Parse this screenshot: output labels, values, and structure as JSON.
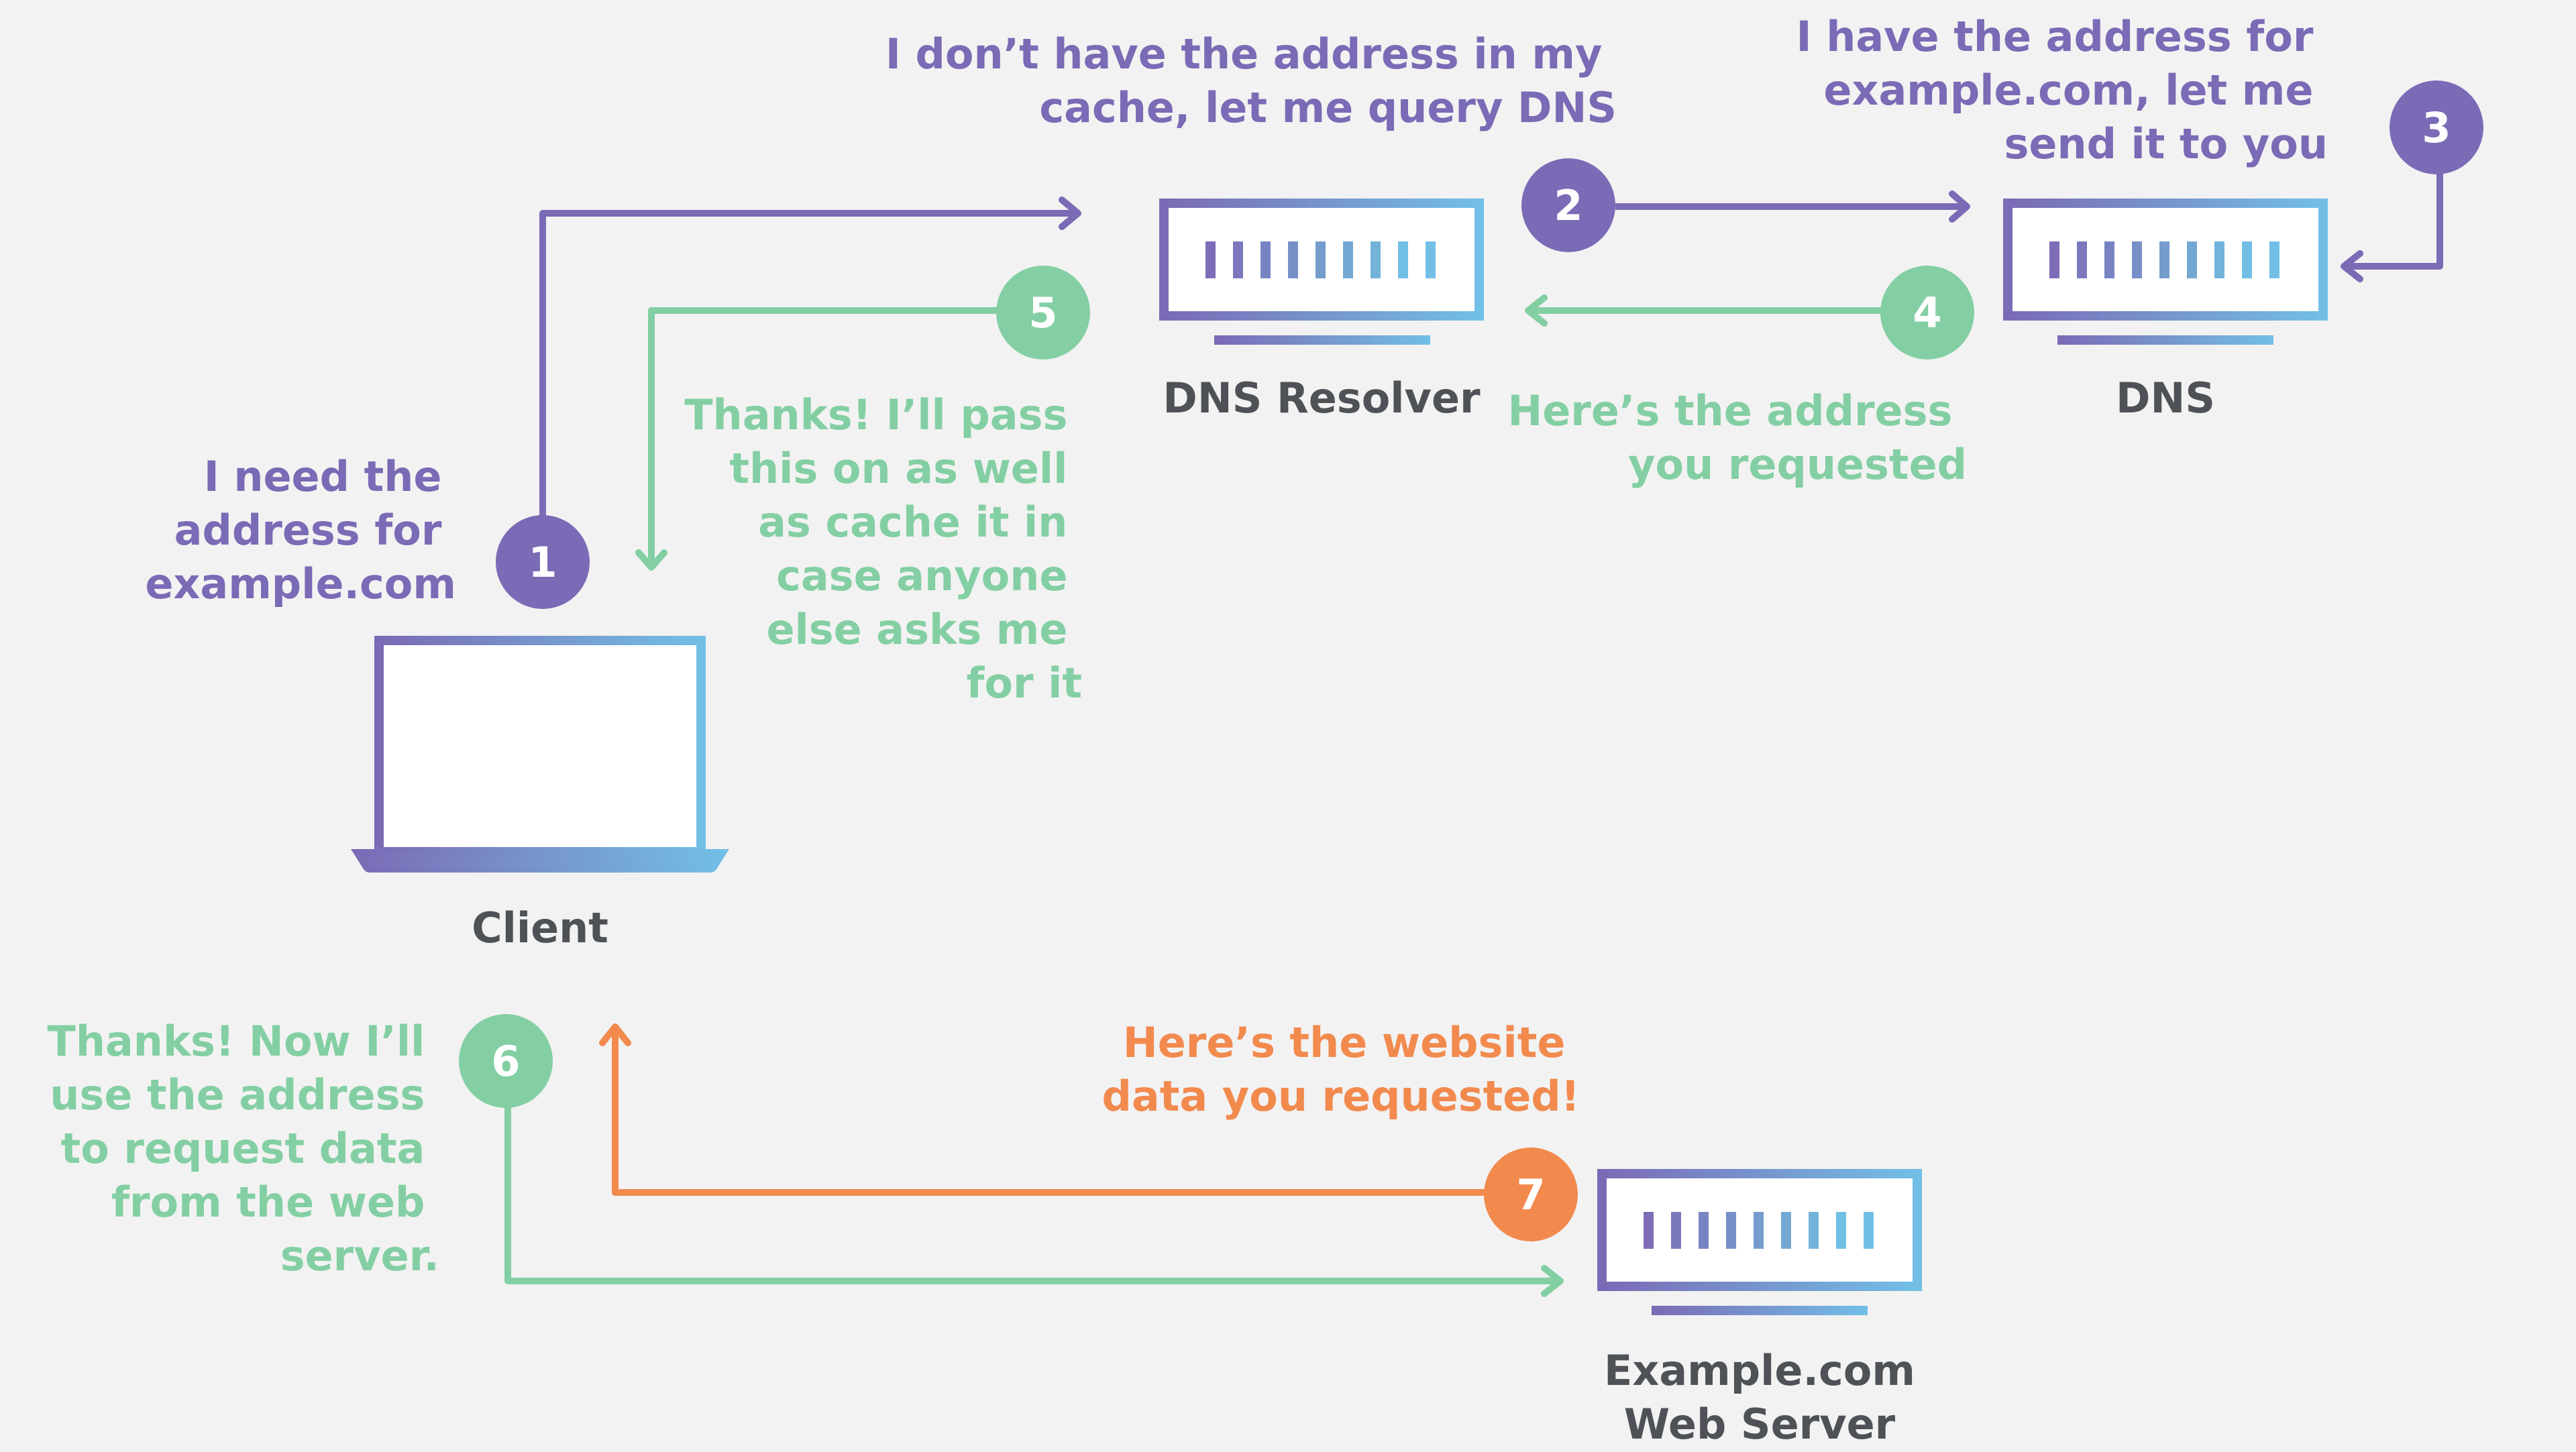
{
  "colors": {
    "background": "#f2f2f2",
    "purple": "#7b6ab5",
    "green": "#83cfa3",
    "orange": "#f28a4e",
    "blue": "#72bfe6",
    "label_gray": "#4e5257"
  },
  "nodes": {
    "client": {
      "label": "Client"
    },
    "resolver": {
      "label": "DNS Resolver"
    },
    "dns": {
      "label": "DNS"
    },
    "webserver": {
      "label_lines": [
        "Example.com",
        "Web Server"
      ]
    }
  },
  "steps": [
    {
      "number": "1",
      "color": "purple",
      "text_lines": [
        "I need the",
        "address for",
        "example.com"
      ]
    },
    {
      "number": "2",
      "color": "purple",
      "text_lines": [
        "I don’t have the address in my",
        "cache, let me query DNS"
      ]
    },
    {
      "number": "3",
      "color": "purple",
      "text_lines": [
        "I have the address for",
        "example.com, let me",
        "send it to you"
      ]
    },
    {
      "number": "4",
      "color": "green",
      "text_lines": [
        "Here’s the address",
        "you requested"
      ]
    },
    {
      "number": "5",
      "color": "green",
      "text_lines": [
        "Thanks! I’ll pass",
        "this on as well",
        "as cache it in",
        "case anyone",
        "else asks me",
        "for it"
      ]
    },
    {
      "number": "6",
      "color": "green",
      "text_lines": [
        "Thanks! Now I’ll",
        "use the address",
        "to request data",
        "from the web",
        "server."
      ]
    },
    {
      "number": "7",
      "color": "orange",
      "text_lines": [
        "Here’s the website",
        "data you requested!"
      ]
    }
  ]
}
